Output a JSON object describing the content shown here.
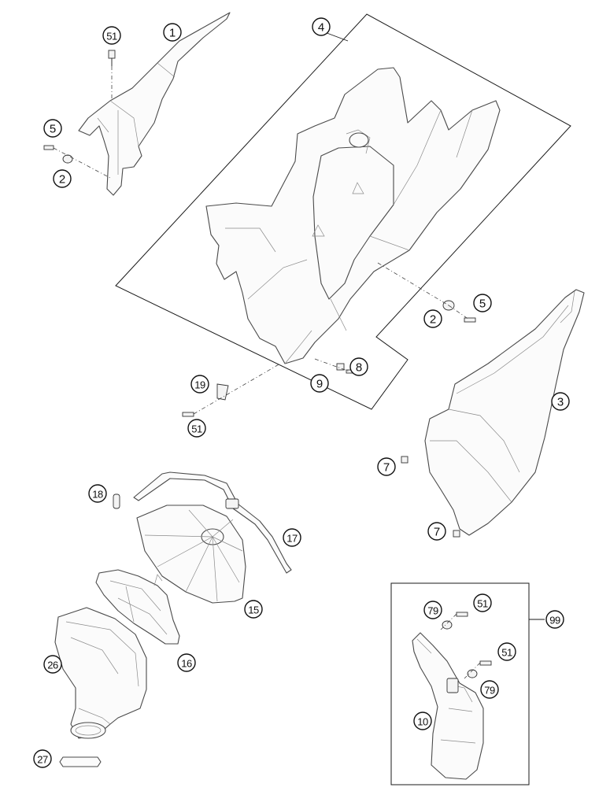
{
  "callouts": {
    "c1": "1",
    "c51a": "51",
    "c5a": "5",
    "c2a": "2",
    "c4": "4",
    "c5b": "5",
    "c2b": "2",
    "c8": "8",
    "c9": "9",
    "c19": "19",
    "c51b": "51",
    "c3": "3",
    "c7a": "7",
    "c7b": "7",
    "c18": "18",
    "c17": "17",
    "c15": "15",
    "c16": "16",
    "c26": "26",
    "c27": "27",
    "c79a": "79",
    "c51c": "51",
    "c99": "99",
    "c51d": "51",
    "c79b": "79",
    "c10": "10"
  }
}
